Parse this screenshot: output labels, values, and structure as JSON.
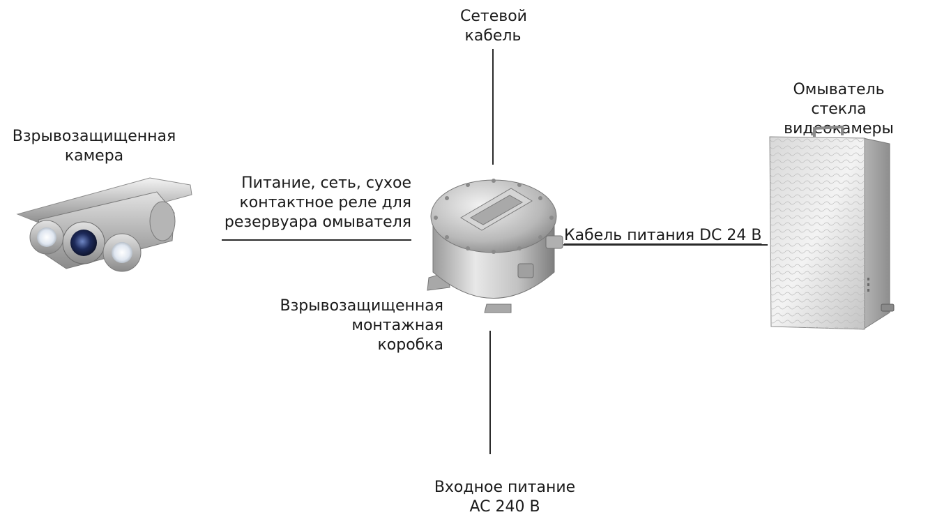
{
  "labels": {
    "network_cable": "Сетевой\nкабель",
    "washer": "Омыватель стекла\nвидеокамеры",
    "camera": "Взрывозащищенная\nкамера",
    "link_camera": "Питание, сеть, сухое\nконтактное реле для\nрезервуара омывателя",
    "link_washer": "Кабель питания DC 24 В",
    "junction_box": "Взрывозащищенная\nмонтажная\nкоробка",
    "input_power": "Входное питание\nAC 240 В"
  }
}
